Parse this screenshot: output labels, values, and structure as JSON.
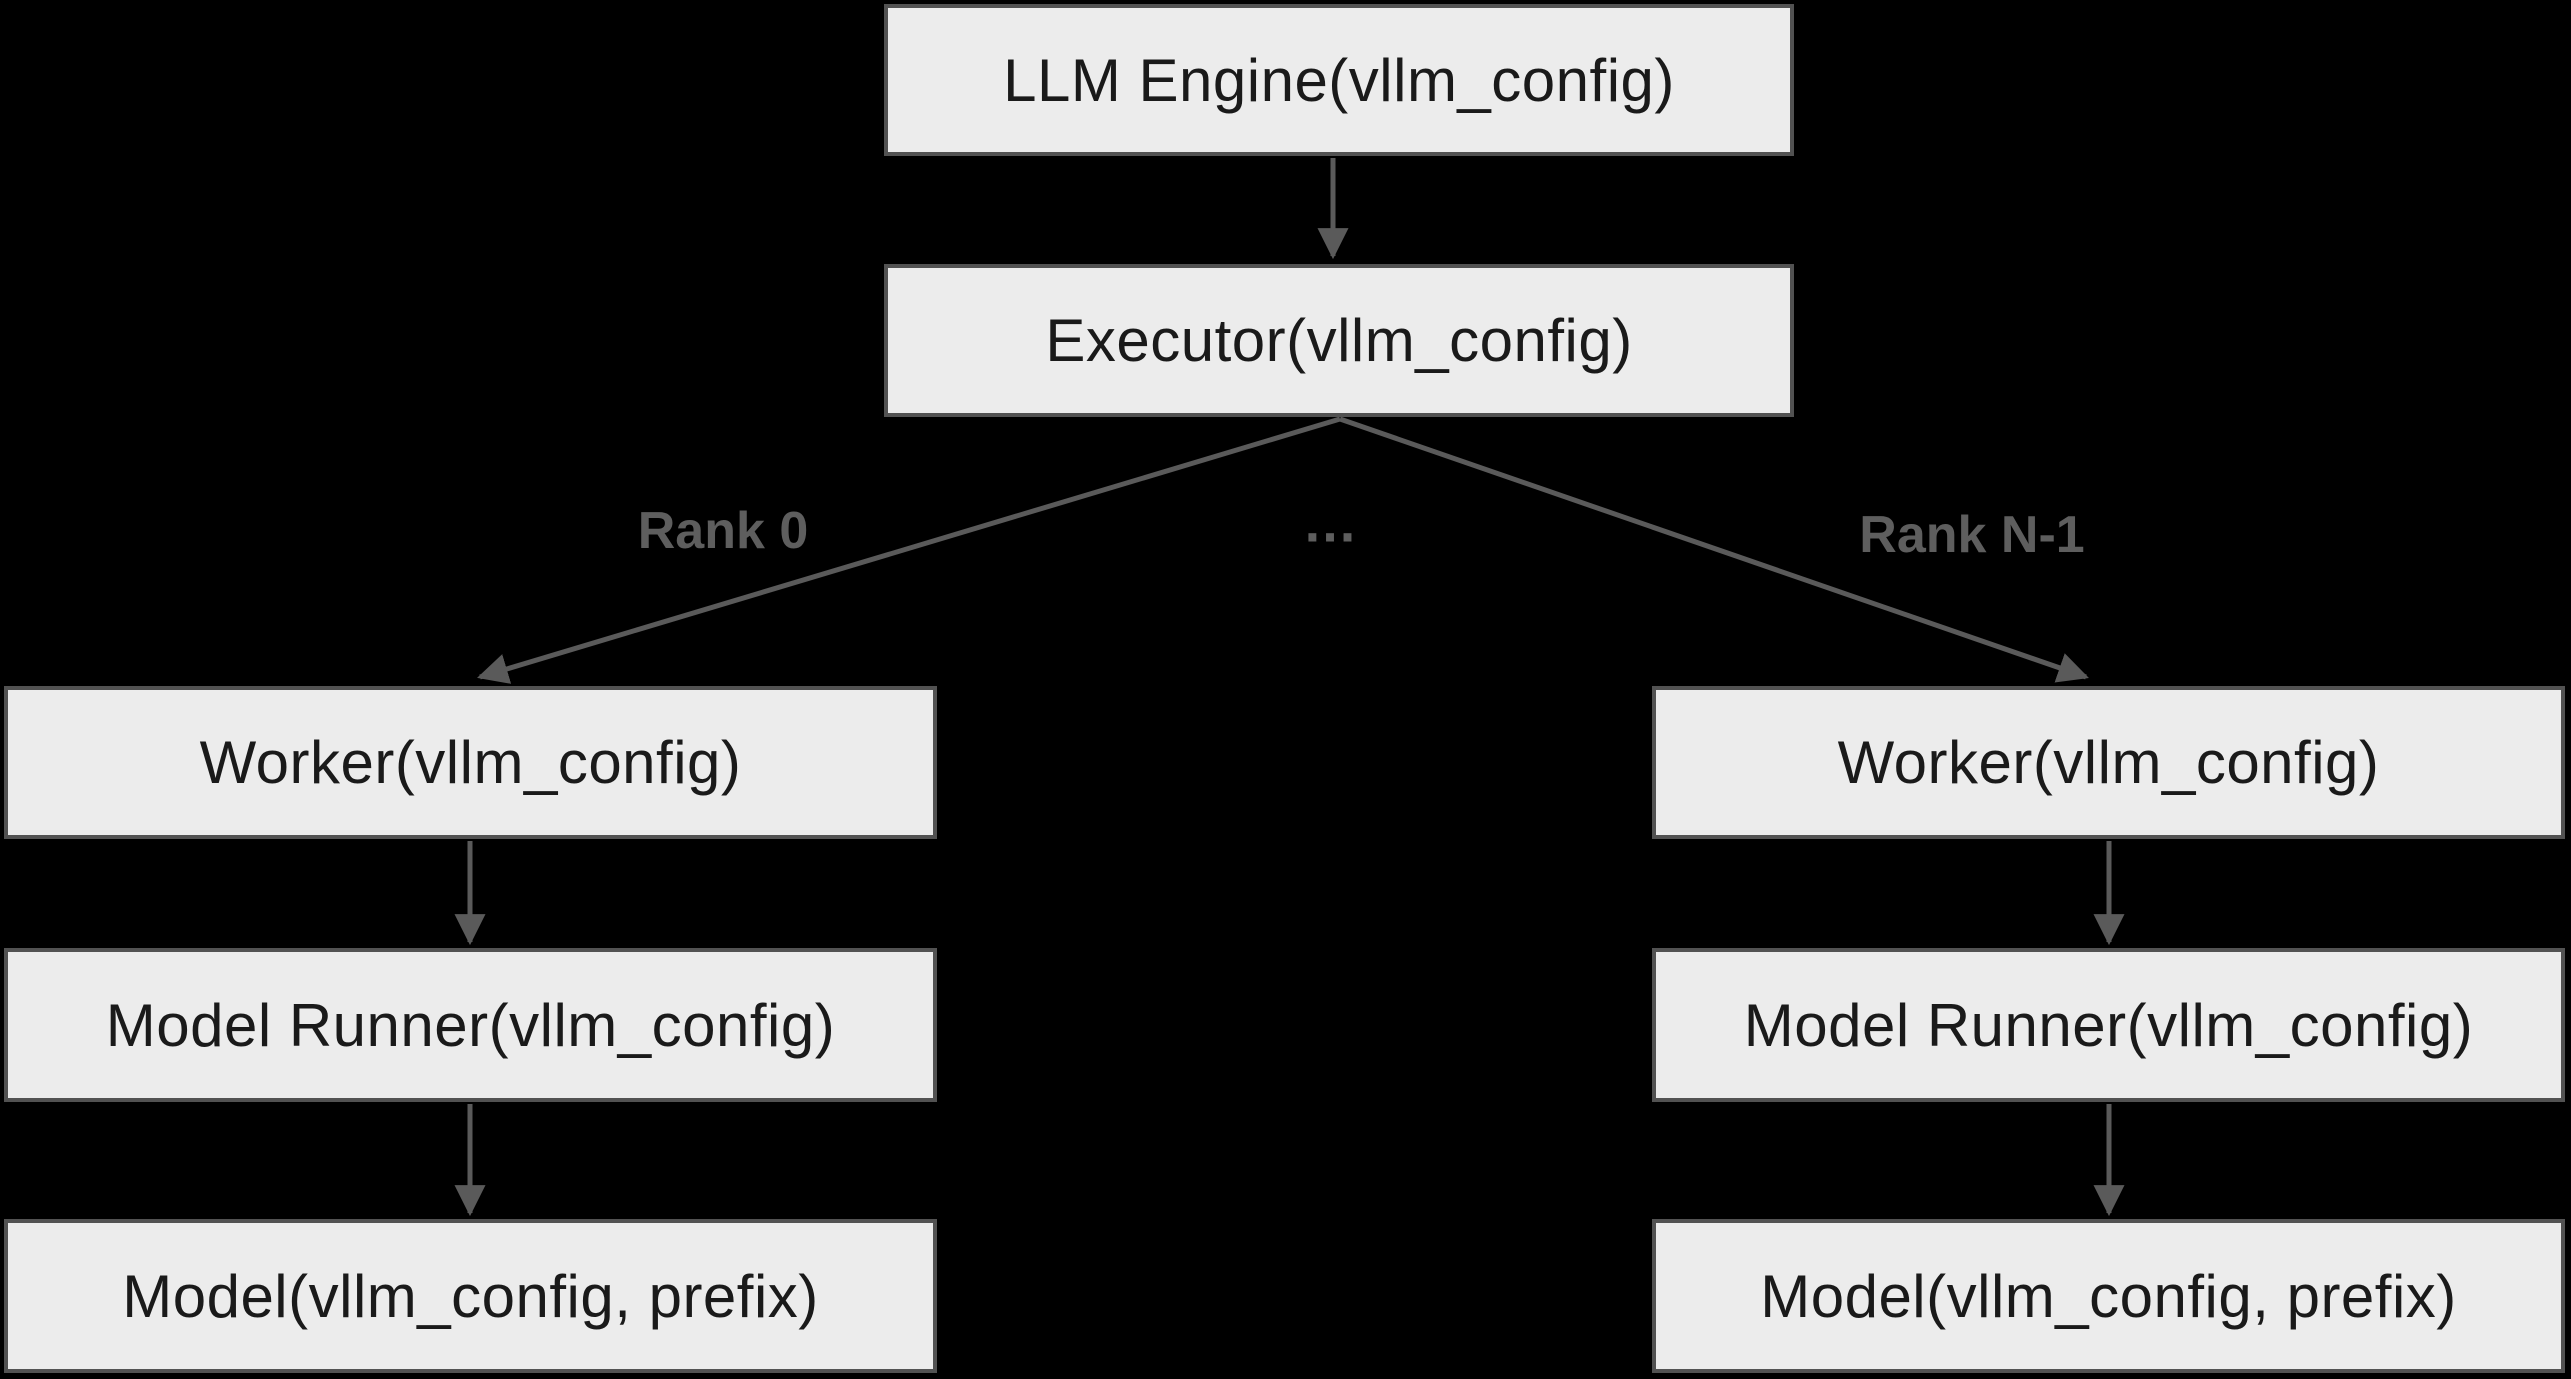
{
  "diagram": {
    "title": "LLM engine to model execution hierarchy",
    "colors": {
      "background": "#000000",
      "node_fill": "#ececec",
      "node_border": "#525252",
      "node_text": "#1a1a1a",
      "edge": "#5a5a5a",
      "edge_label": "#5e5e5e"
    },
    "nodes": {
      "llm_engine": {
        "label": "LLM Engine(vllm_config)"
      },
      "executor": {
        "label": "Executor(vllm_config)"
      },
      "worker_left": {
        "label": "Worker(vllm_config)"
      },
      "model_runner_left": {
        "label": "Model Runner(vllm_config)"
      },
      "model_left": {
        "label": "Model(vllm_config, prefix)"
      },
      "worker_right": {
        "label": "Worker(vllm_config)"
      },
      "model_runner_right": {
        "label": "Model Runner(vllm_config)"
      },
      "model_right": {
        "label": "Model(vllm_config, prefix)"
      }
    },
    "edge_labels": {
      "rank_0": "Rank 0",
      "ellipsis": "...",
      "rank_n_1": "Rank N-1"
    },
    "edges": [
      {
        "from": "llm_engine",
        "to": "executor"
      },
      {
        "from": "executor",
        "to": "worker_left",
        "label": "Rank 0"
      },
      {
        "from": "executor",
        "to": "worker_right",
        "label": "Rank N-1"
      },
      {
        "from": "worker_left",
        "to": "model_runner_left"
      },
      {
        "from": "model_runner_left",
        "to": "model_left"
      },
      {
        "from": "worker_right",
        "to": "model_runner_right"
      },
      {
        "from": "model_runner_right",
        "to": "model_right"
      }
    ]
  }
}
